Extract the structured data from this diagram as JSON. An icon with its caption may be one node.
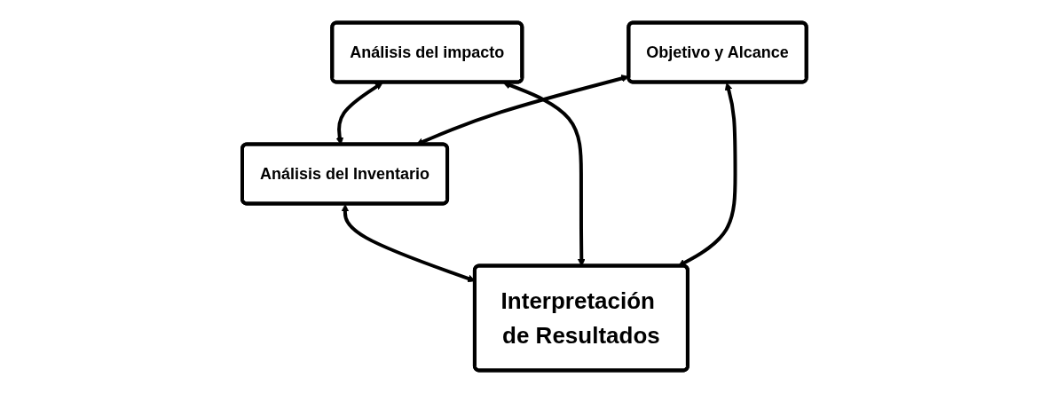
{
  "diagram": {
    "nodes": [
      {
        "text": [
          "Análisis del impacto"
        ]
      },
      {
        "text": [
          "Análisis del Inventario"
        ]
      },
      {
        "text": [
          "Objetivo y Alcance"
        ]
      },
      {
        "text": [
          "Interpretación de Resultados"
        ]
      }
    ],
    "edges": [
      {
        "from": 0,
        "to": 1,
        "arrow": "both"
      },
      {
        "from": 2,
        "to": 1,
        "arrow": "both"
      },
      {
        "from": 1,
        "to": 3,
        "arrow": "both"
      },
      {
        "from": 0,
        "to": 3,
        "arrow": "both"
      },
      {
        "from": 2,
        "to": 3,
        "arrow": "both"
      }
    ]
  }
}
